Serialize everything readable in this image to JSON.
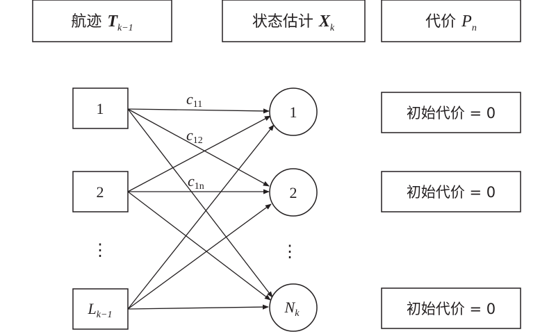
{
  "headers": {
    "tracks": {
      "label": "航迹",
      "symbol": "T",
      "subscript": "k−1"
    },
    "states": {
      "label": "状态估计",
      "symbol": "X",
      "subscript": "k"
    },
    "cost": {
      "label": "代价",
      "symbol": "P",
      "subscript": "n"
    }
  },
  "track_nodes": [
    {
      "main": "1",
      "sub": ""
    },
    {
      "main": "2",
      "sub": ""
    },
    {
      "main": "L",
      "sub": "k−1"
    }
  ],
  "state_nodes": [
    {
      "main": "1",
      "sub": ""
    },
    {
      "main": "2",
      "sub": ""
    },
    {
      "main": "N",
      "sub": "k"
    }
  ],
  "edge_labels": [
    {
      "symbol": "c",
      "subscript": "11"
    },
    {
      "symbol": "c",
      "subscript": "12"
    },
    {
      "symbol": "c",
      "subscript": "1n"
    }
  ],
  "cost_boxes": [
    {
      "text": "初始代价 = 0"
    },
    {
      "text": "初始代价 = 0"
    },
    {
      "text": "初始代价 = 0"
    }
  ],
  "ellipsis": "⋮"
}
